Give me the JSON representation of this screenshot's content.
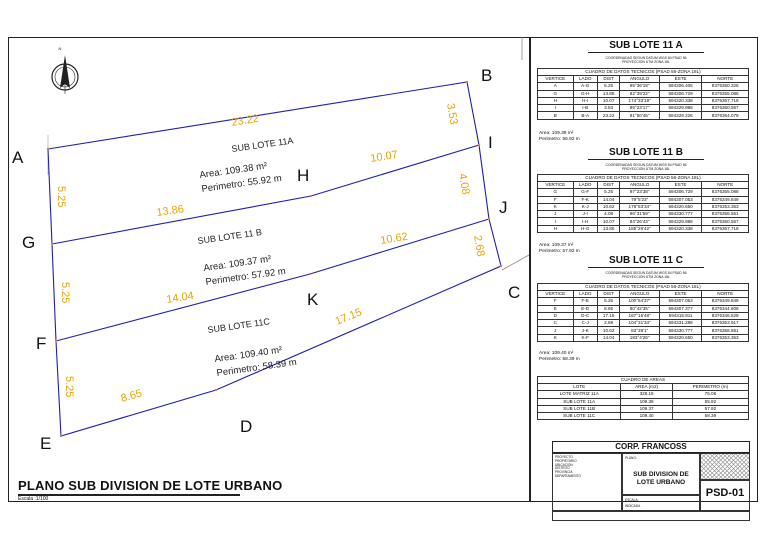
{
  "plan": {
    "title": "PLANO SUB DIVISION DE LOTE URBANO",
    "scale": "Escala :1/100",
    "north_icon": "north-arrow-icon",
    "points": {
      "A": "A",
      "B": "B",
      "C": "C",
      "D": "D",
      "E": "E",
      "F": "F",
      "G": "G",
      "H": "H",
      "J": "J",
      "K": "K",
      "I": "I"
    },
    "lots": [
      {
        "name": "SUB LOTE 11A",
        "area": "Area: 109.38 m²",
        "perimeter": "Perimetro: 55.92 m"
      },
      {
        "name": "SUB LOTE 11 B",
        "area": "Area: 109.37 m²",
        "perimeter": "Perimetro: 57.92 m"
      },
      {
        "name": "SUB LOTE 11C",
        "area": "Area: 109.40 m²",
        "perimeter": "Perimetro: 58.39 m"
      }
    ],
    "dims": {
      "ab": "23.22",
      "bi": "3.53",
      "ij": "4.08",
      "jc": "2.68",
      "cd": "17.15",
      "de": "8.65",
      "ef": "5.25",
      "fg": "5.25",
      "ga": "5.25",
      "hi": "10.07",
      "gh": "13.86",
      "kj": "10.62",
      "fk": "14.04"
    },
    "colors": {
      "boundary": "#1f1fb0",
      "dimension": "#e7a400",
      "vertex": "#d08050"
    }
  },
  "tables": [
    {
      "title": "SUB LOTE  11 A",
      "sub1": "COORDENADAS SEGUN DATUM WGS 84 PSAD 56",
      "sub2": "PROYECCION UTM ZONA 18L",
      "caption": "CUADRO DE DATOS TECNICOS (PSAD 56-ZONA 18L)",
      "headers": [
        "VERTICE",
        "LADO",
        "DIST",
        "ANGULO",
        "ESTE",
        "NORTE"
      ],
      "rows": [
        [
          "A",
          "A-G",
          "5.25",
          "95°36'18\"",
          "594306.405",
          "8376360.328"
        ],
        [
          "G",
          "G-H",
          "13.86",
          "82°39'22\"",
          "594306.729",
          "8376355.088"
        ],
        [
          "H",
          "H-I",
          "10.07",
          "174°33'18\"",
          "594320.338",
          "8376357.718"
        ],
        [
          "I",
          "I-B",
          "3.53",
          "95°23'17\"",
          "594329.988",
          "8376360.557"
        ],
        [
          "B",
          "B-A",
          "23.22",
          "91°50'45\"",
          "594329.226",
          "8376364.079"
        ]
      ],
      "area": "Area: 109.38 m²",
      "perimeter": "Perimetro: 55.92 m"
    },
    {
      "title": "SUB LOTE  11 B",
      "sub1": "COORDENADAS SEGUN DATUM WGS 84 PSAD 56",
      "sub2": "PROYECCION UTM ZONA 18L",
      "caption": "CUADRO DE DATOS TECNICOS (PSAD 56-ZONA 18L)",
      "headers": [
        "VERTICE",
        "LADO",
        "DIST",
        "ANGULO",
        "ESTE",
        "NORTE"
      ],
      "rows": [
        [
          "G",
          "G-F",
          "5.25",
          "97°23'38\"",
          "594306.729",
          "8376355.088"
        ],
        [
          "F",
          "F-K",
          "14.04",
          "79°5'23\"",
          "594307.053",
          "8376349.849"
        ],
        [
          "K",
          "K-J",
          "10.62",
          "176°53'34\"",
          "594320.650",
          "8376353.353"
        ],
        [
          "J",
          "J-I",
          "4.08",
          "96°31'59\"",
          "594330.777",
          "8376356.551"
        ],
        [
          "I",
          "I-H",
          "10.07",
          "84°26'43\"",
          "594329.988",
          "8376360.557"
        ],
        [
          "H",
          "H-G",
          "13.86",
          "185°26'42\"",
          "594320.338",
          "8376357.718"
        ]
      ],
      "area": "Area: 109.37 m²",
      "perimeter": "Perimetro: 57.92 m"
    },
    {
      "title": "SUB LOTE  11 C",
      "sub1": "COORDENADAS SEGUN DATUM WGS 84 PSAD 56",
      "sub2": "PROYECCION UTM ZONA 18L",
      "caption": "CUADRO DE DATOS TECNICOS (PSAD 56-ZONA 18L)",
      "headers": [
        "VERTICE",
        "LADO",
        "DIST",
        "ANGULO",
        "ESTE",
        "NORTE"
      ],
      "rows": [
        [
          "F",
          "F-E",
          "5.25",
          "100°54'37\"",
          "594307.053",
          "8376349.849"
        ],
        [
          "E",
          "E-D",
          "8.65",
          "80°42'35\"",
          "594307.377",
          "8376344.608"
        ],
        [
          "D",
          "D-C",
          "17.15",
          "167°16'48\"",
          "594315.811",
          "8376346.529"
        ],
        [
          "C",
          "C-J",
          "2.68",
          "104°31'34\"",
          "594331.288",
          "8376353.917"
        ],
        [
          "J",
          "J-K",
          "10.62",
          "83°39'1\"",
          "594330.777",
          "8376356.551"
        ],
        [
          "K",
          "K-F",
          "14.04",
          "183°4'26\"",
          "594320.650",
          "8376353.353"
        ]
      ],
      "area": "Area: 109.40 m²",
      "perimeter": "Perimetro: 58.39 m"
    }
  ],
  "areas_table": {
    "caption": "CUADRO DE AREAS",
    "headers": [
      "LOTE",
      "AREA (m2)",
      "PERIMETRO (m)"
    ],
    "rows": [
      [
        "LOTE MATRIZ 11A",
        "328.15",
        "75.06"
      ],
      [
        "SUB LOTE 11A",
        "109.38",
        "55.92"
      ],
      [
        "SUB LOTE 11B",
        "109.37",
        "57.92"
      ],
      [
        "SUB LOTE 11C",
        "109.40",
        "58.39"
      ]
    ]
  },
  "title_block": {
    "firm": "CORP. FRANCOSS",
    "plano_label": "PLANO:",
    "plano_value": "SUB DIVISION DE LOTE URBANO",
    "code": "PSD-01",
    "escala_label": "ESCALA:",
    "escala_value": "INDICADA",
    "left_fields": [
      "PROYECTO",
      "PROPIETARIO",
      "UBICACION",
      "DISTRITO",
      "PROVINCIA",
      "DEPARTAMENTO"
    ]
  }
}
